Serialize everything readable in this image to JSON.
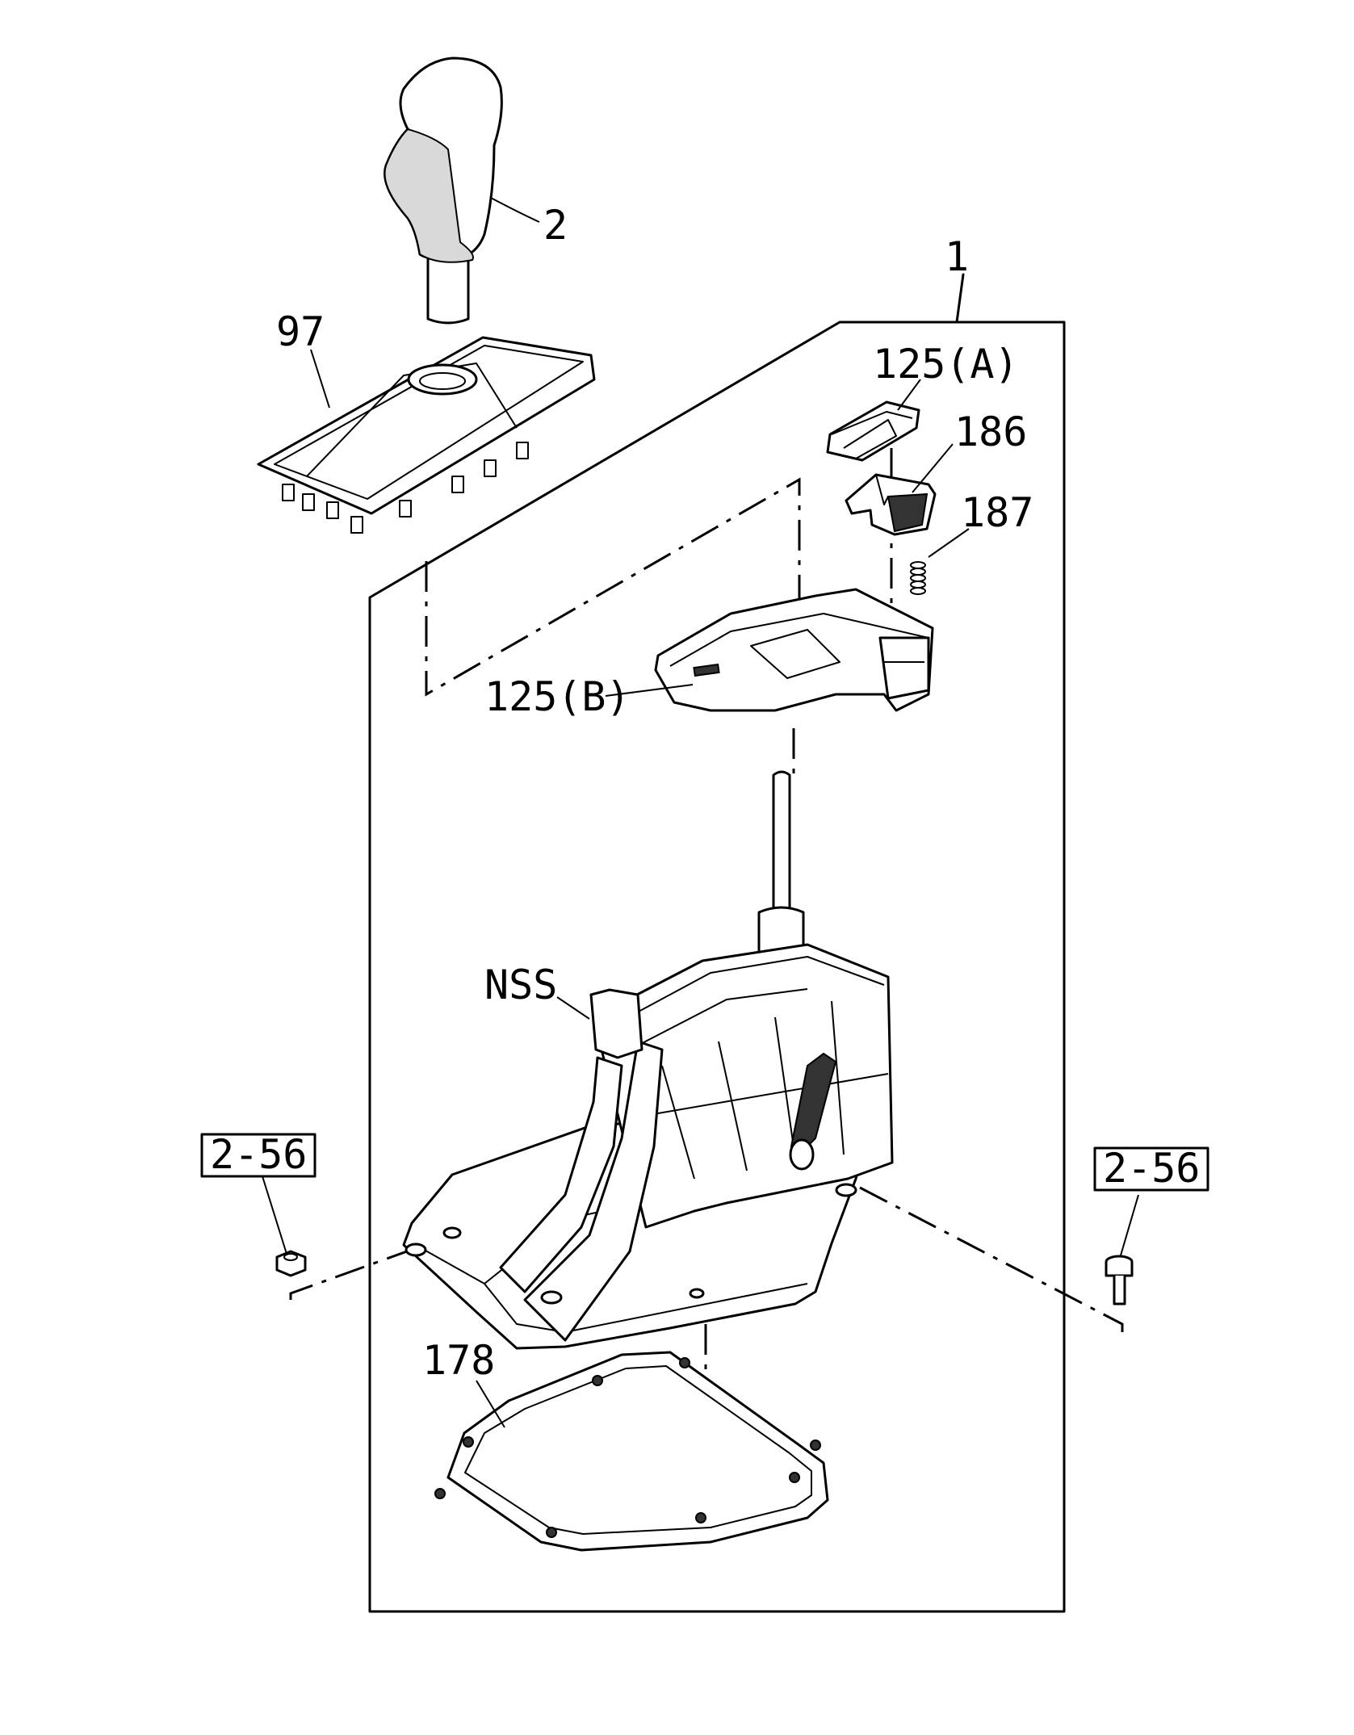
{
  "callouts": {
    "assembly": "1",
    "knob": "2",
    "bezel": "97",
    "cover_a": "125(A)",
    "holder": "186",
    "spring": "187",
    "cover_b": "125(B)",
    "nss": "NSS",
    "ref_left": "2-56",
    "ref_right": "2-56",
    "gasket": "178"
  }
}
